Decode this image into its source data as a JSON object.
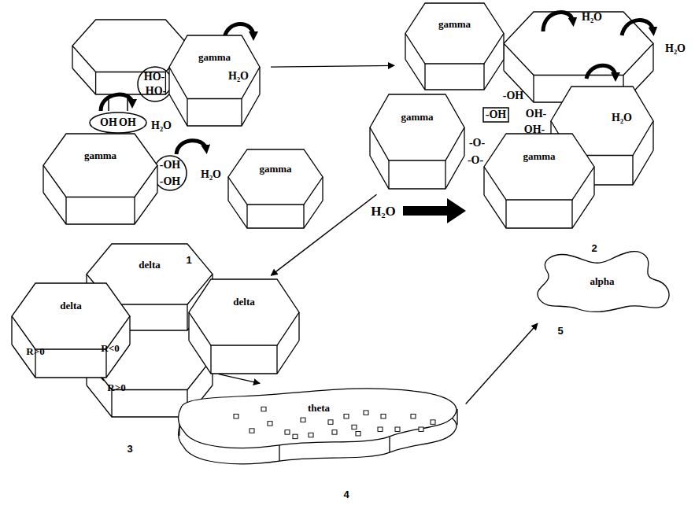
{
  "diagram": {
    "nodes": [
      {
        "text": [
          "gamma"
        ]
      },
      {
        "text": [
          "gamma"
        ]
      },
      {
        "text": [
          "gamma"
        ]
      },
      {
        "text": [
          "gamma"
        ]
      },
      {
        "text": [
          "gamma"
        ]
      },
      {
        "text": [
          "gamma"
        ]
      },
      {
        "text": [
          "delta"
        ]
      },
      {
        "text": [
          "delta"
        ]
      },
      {
        "text": [
          "delta"
        ]
      },
      {
        "text": [
          "theta"
        ]
      },
      {
        "text": [
          "alpha"
        ]
      }
    ],
    "edges": [
      {
        "from": 0,
        "to": 3,
        "arrow": "to"
      },
      {
        "from": 4,
        "to": 8,
        "arrow": "to"
      },
      {
        "from": 8,
        "to": 9,
        "arrow": "to"
      },
      {
        "from": 9,
        "to": 10,
        "arrow": "to"
      }
    ],
    "labels": [
      "OH",
      "OH",
      "H₂O",
      "HO-",
      "HO-",
      "H₂O",
      "-OH",
      "-OH",
      "H₂O",
      "1",
      "-OH",
      "-OH",
      "OH-",
      "OH-",
      "H₂O",
      "H₂O",
      "H₂O",
      "H₂O",
      "-O-",
      "-O-",
      "2",
      "R>0",
      "R<0",
      "R>0",
      "3",
      "4",
      "5"
    ]
  }
}
